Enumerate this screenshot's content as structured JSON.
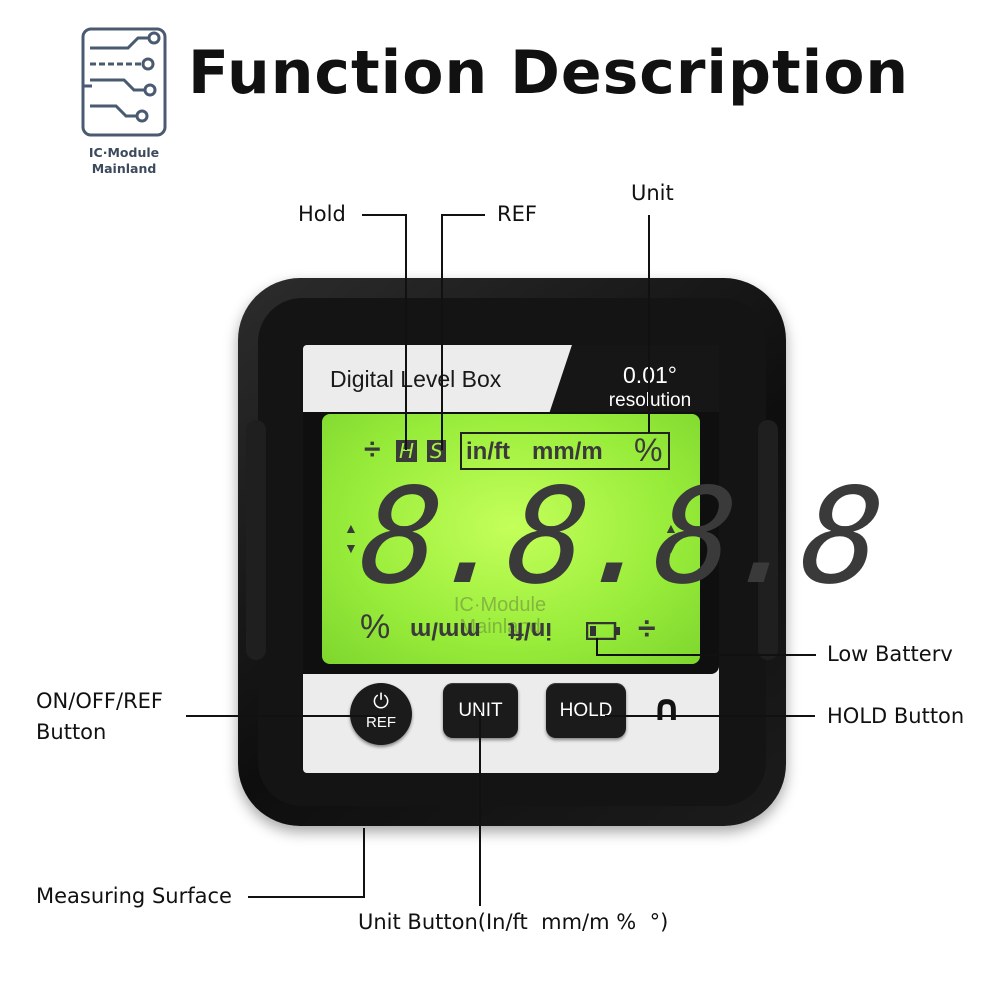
{
  "header": {
    "title": "Function Description",
    "logo_line1": "IC·Module",
    "logo_line2": "Mainland"
  },
  "device": {
    "brand": "Digital Level Box",
    "resolution_value": "0.01°",
    "resolution_label": "resolution",
    "lcd": {
      "hold_indicator": "H",
      "ref_indicator": "S",
      "unit_inft": "in/ft",
      "unit_mmm": "mm/m",
      "unit_percent": "%",
      "digits": "8.8.8.8",
      "bottom_percent": "%",
      "bottom_mmm": "mm/m",
      "bottom_inft": "in/ft",
      "watermark_line1": "IC·Module",
      "watermark_line2": "Mainland"
    },
    "buttons": {
      "power_ref": "REF",
      "unit": "UNIT",
      "hold": "HOLD"
    },
    "magnet_symbol": "∩"
  },
  "callouts": {
    "hold": "Hold",
    "ref": "REF",
    "unit": "Unit",
    "low_battery": "Low Batterv",
    "on_off_ref_line1": "ON/OFF/REF",
    "on_off_ref_line2": "Button",
    "hold_button": "HOLD Button",
    "measuring_surface": "Measuring Surface",
    "unit_button": "Unit Button(In/ft  mm/m %  °)"
  },
  "colors": {
    "lcd_backlight": "#a6f046",
    "device_body": "#141414",
    "face_panel": "#ececec"
  }
}
